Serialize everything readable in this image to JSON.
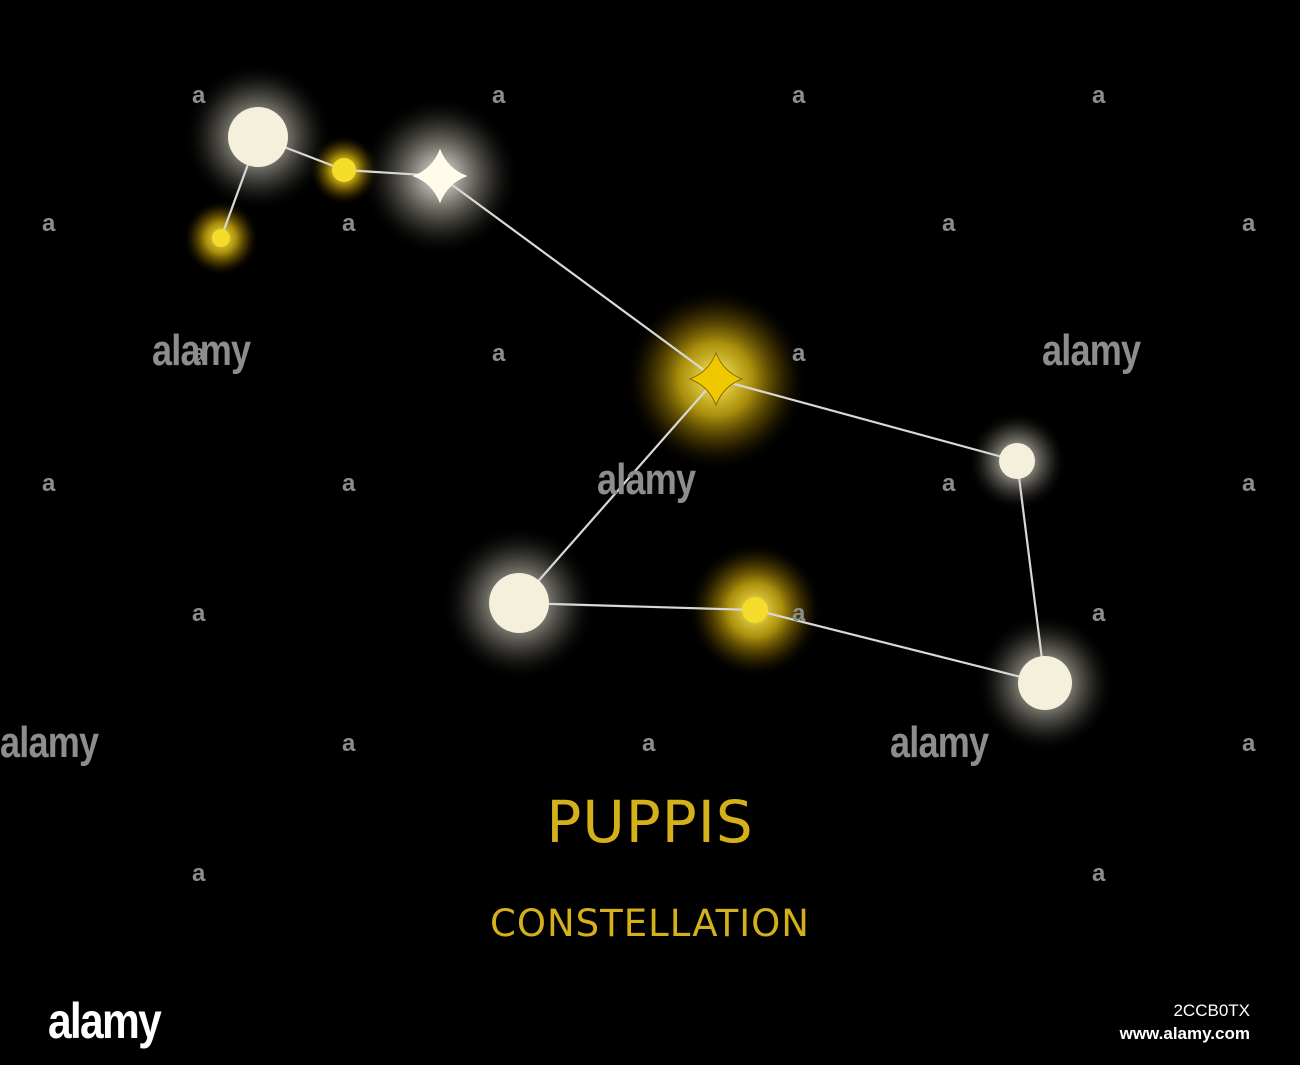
{
  "constellation": {
    "name": "PUPPIS",
    "subtitle": "CONSTELLATION"
  },
  "colors": {
    "background": "#000000",
    "title": "#d4b11a",
    "star_white": "#f4f0dc",
    "star_yellow": "#f5dc2a",
    "lines": "#d8d8d8"
  },
  "watermark": {
    "brand": "alamy",
    "mark": "a"
  },
  "footer": {
    "logo": "alamy",
    "image_id": "2CCB0TX",
    "url": "www.alamy.com"
  }
}
